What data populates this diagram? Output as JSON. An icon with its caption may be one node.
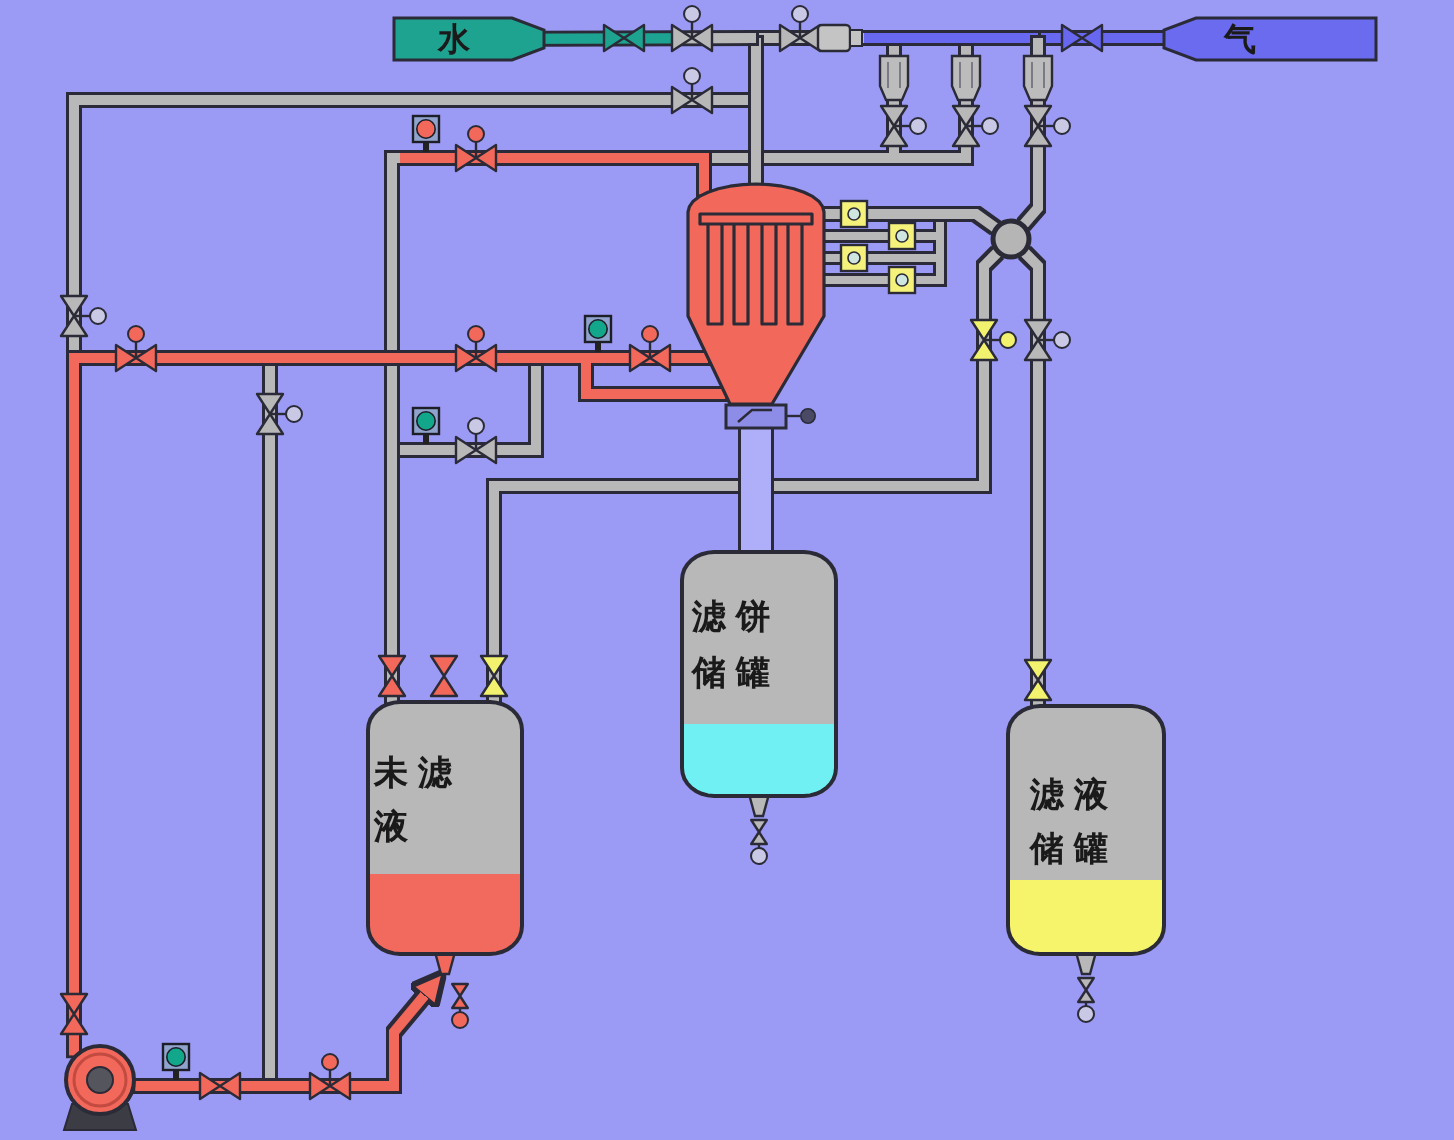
{
  "diagram": {
    "nodes": [
      {
        "text": [
          "水"
        ]
      },
      {
        "text": [
          "气"
        ]
      },
      {
        "text": [],
        "shape": "cylinder"
      },
      {
        "text": [],
        "shape": "circle"
      },
      {
        "text": [
          "未滤液"
        ]
      },
      {
        "text": [
          "滤饼储罐"
        ]
      },
      {
        "text": [
          "滤液储罐"
        ]
      },
      {
        "text": [],
        "shape": "circle"
      }
    ],
    "edges": [
      {
        "from": 0,
        "to": 2,
        "arrow": "none"
      },
      {
        "from": 1,
        "to": 2,
        "arrow": "none",
        "color": "#6767f0"
      },
      {
        "from": 1,
        "to": 3,
        "arrow": "none"
      },
      {
        "from": 2,
        "to": 4,
        "arrow": "none"
      },
      {
        "from": 7,
        "to": 2,
        "arrow": "none",
        "color": "#f2685a"
      },
      {
        "from": 7,
        "to": 4,
        "arrow": "to",
        "color": "#f2685a"
      },
      {
        "from": 2,
        "to": 3,
        "arrow": "none"
      },
      {
        "from": 3,
        "to": 4,
        "arrow": "none"
      },
      {
        "from": 3,
        "to": 6,
        "arrow": "none"
      },
      {
        "from": 2,
        "to": 5,
        "arrow": "none",
        "style": "thick",
        "color": "#aeaef9"
      }
    ]
  }
}
